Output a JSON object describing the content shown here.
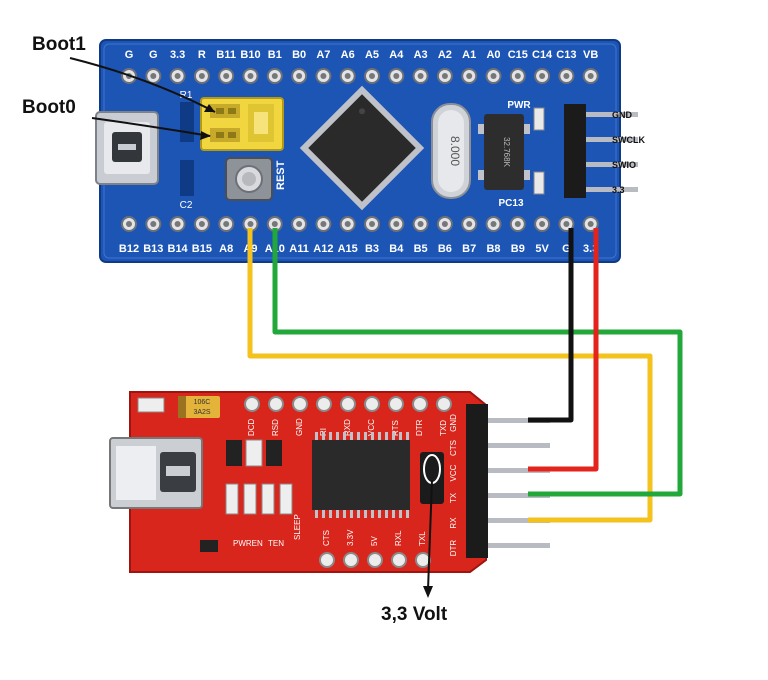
{
  "callouts": {
    "boot1": "Boot1",
    "boot0": "Boot0",
    "voltage": "3,3 Volt"
  },
  "blue_board": {
    "top_pins": [
      "G",
      "G",
      "3.3",
      "R",
      "B11",
      "B10",
      "B1",
      "B0",
      "A7",
      "A6",
      "A5",
      "A4",
      "A3",
      "A2",
      "A1",
      "A0",
      "C15",
      "C14",
      "C13",
      "VB"
    ],
    "bottom_pins": [
      "B12",
      "B13",
      "B14",
      "B15",
      "A8",
      "A9",
      "A10",
      "A11",
      "A12",
      "A15",
      "B3",
      "B4",
      "B5",
      "B6",
      "B7",
      "B8",
      "B9",
      "5V",
      "G",
      "3.3"
    ],
    "side_labels": [
      "GND",
      "SWCLK",
      "SWIO",
      "3.3"
    ],
    "silk": {
      "pwr": "PWR",
      "pc13": "PC13",
      "reset": "REST",
      "r1": "R1",
      "c2": "C2",
      "crystal": "8.000",
      "crystal_small": "32.768K"
    }
  },
  "red_board": {
    "top_labels": [
      "DCD",
      "RSD",
      "GND",
      "RI",
      "RXD",
      "VCC",
      "RTS",
      "DTR",
      "TXD"
    ],
    "bottom_labels": [
      "CTS",
      "3.3V",
      "5V",
      "RXL",
      "TXL"
    ],
    "left_labels": [
      "PWREN",
      "TEN",
      "SLEEP"
    ],
    "header_labels": [
      "GND",
      "CTS",
      "VCC",
      "TX",
      "RX",
      "DTR"
    ],
    "silk": {
      "cap_top": "106C",
      "cap_code": "3A2S"
    }
  },
  "wire_colors": {
    "gnd": "#111111",
    "vcc": "#e3231c",
    "tx": "#22a83a",
    "rx": "#f3c21c"
  },
  "colors": {
    "blue_pcb": "#1d55b5",
    "red_pcb": "#d8261c",
    "chip": "#2a2a2a",
    "jumper": "#f1d640"
  }
}
